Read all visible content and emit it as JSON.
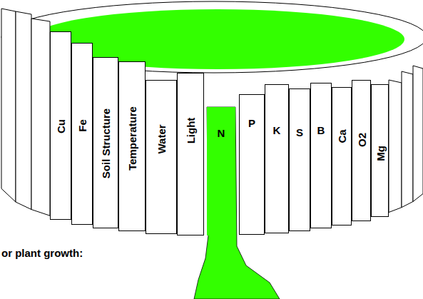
{
  "diagram": {
    "nodes": [
      {
        "text": [
          "Cu"
        ]
      },
      {
        "text": [
          "Fe"
        ]
      },
      {
        "text": [
          "Soil Structure"
        ]
      },
      {
        "text": [
          "Temperature"
        ]
      },
      {
        "text": [
          "Water"
        ]
      },
      {
        "text": [
          "Light"
        ]
      },
      {
        "text": [
          "N"
        ]
      },
      {
        "text": [
          "P"
        ]
      },
      {
        "text": [
          "K"
        ]
      },
      {
        "text": [
          "S"
        ]
      },
      {
        "text": [
          "B"
        ]
      },
      {
        "text": [
          "Ca"
        ]
      },
      {
        "text": [
          "O2"
        ]
      },
      {
        "text": [
          "Mg"
        ]
      }
    ],
    "labels": [
      "or plant growth:"
    ]
  }
}
